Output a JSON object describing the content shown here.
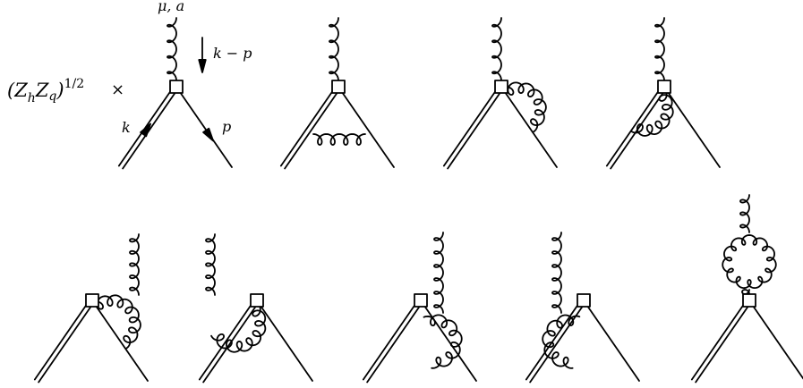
{
  "prefactor": {
    "base": "(Z",
    "sub_h": "h",
    "mid": "Z",
    "q": "q",
    "close": ")",
    "exponent": "1/2",
    "times": "×"
  },
  "labels": {
    "gluon_indices": "μ, a",
    "gluon_momentum": "k − p",
    "heavy_momentum": "k",
    "light_momentum": "p"
  },
  "diagrams": [
    {
      "id": "tree",
      "loop": "none"
    },
    {
      "id": "vertex-correction",
      "loop": "gluon between heavy and light lines"
    },
    {
      "id": "light-line-vertex-gluon",
      "loop": "gluon from vertex to light line"
    },
    {
      "id": "heavy-line-vertex-gluon",
      "loop": "gluon from vertex to heavy line"
    },
    {
      "id": "gluon-attached-light-loop",
      "loop": "external gluon on vertex-light loop"
    },
    {
      "id": "gluon-attached-heavy-loop",
      "loop": "external gluon on vertex-heavy loop"
    },
    {
      "id": "gluon-on-light-line-loop",
      "loop": "external gluon on light line inside loop"
    },
    {
      "id": "gluon-on-heavy-line-loop",
      "loop": "external gluon on heavy line inside loop"
    },
    {
      "id": "gluon-self-energy-loop",
      "loop": "gluon loop on external gluon"
    }
  ]
}
